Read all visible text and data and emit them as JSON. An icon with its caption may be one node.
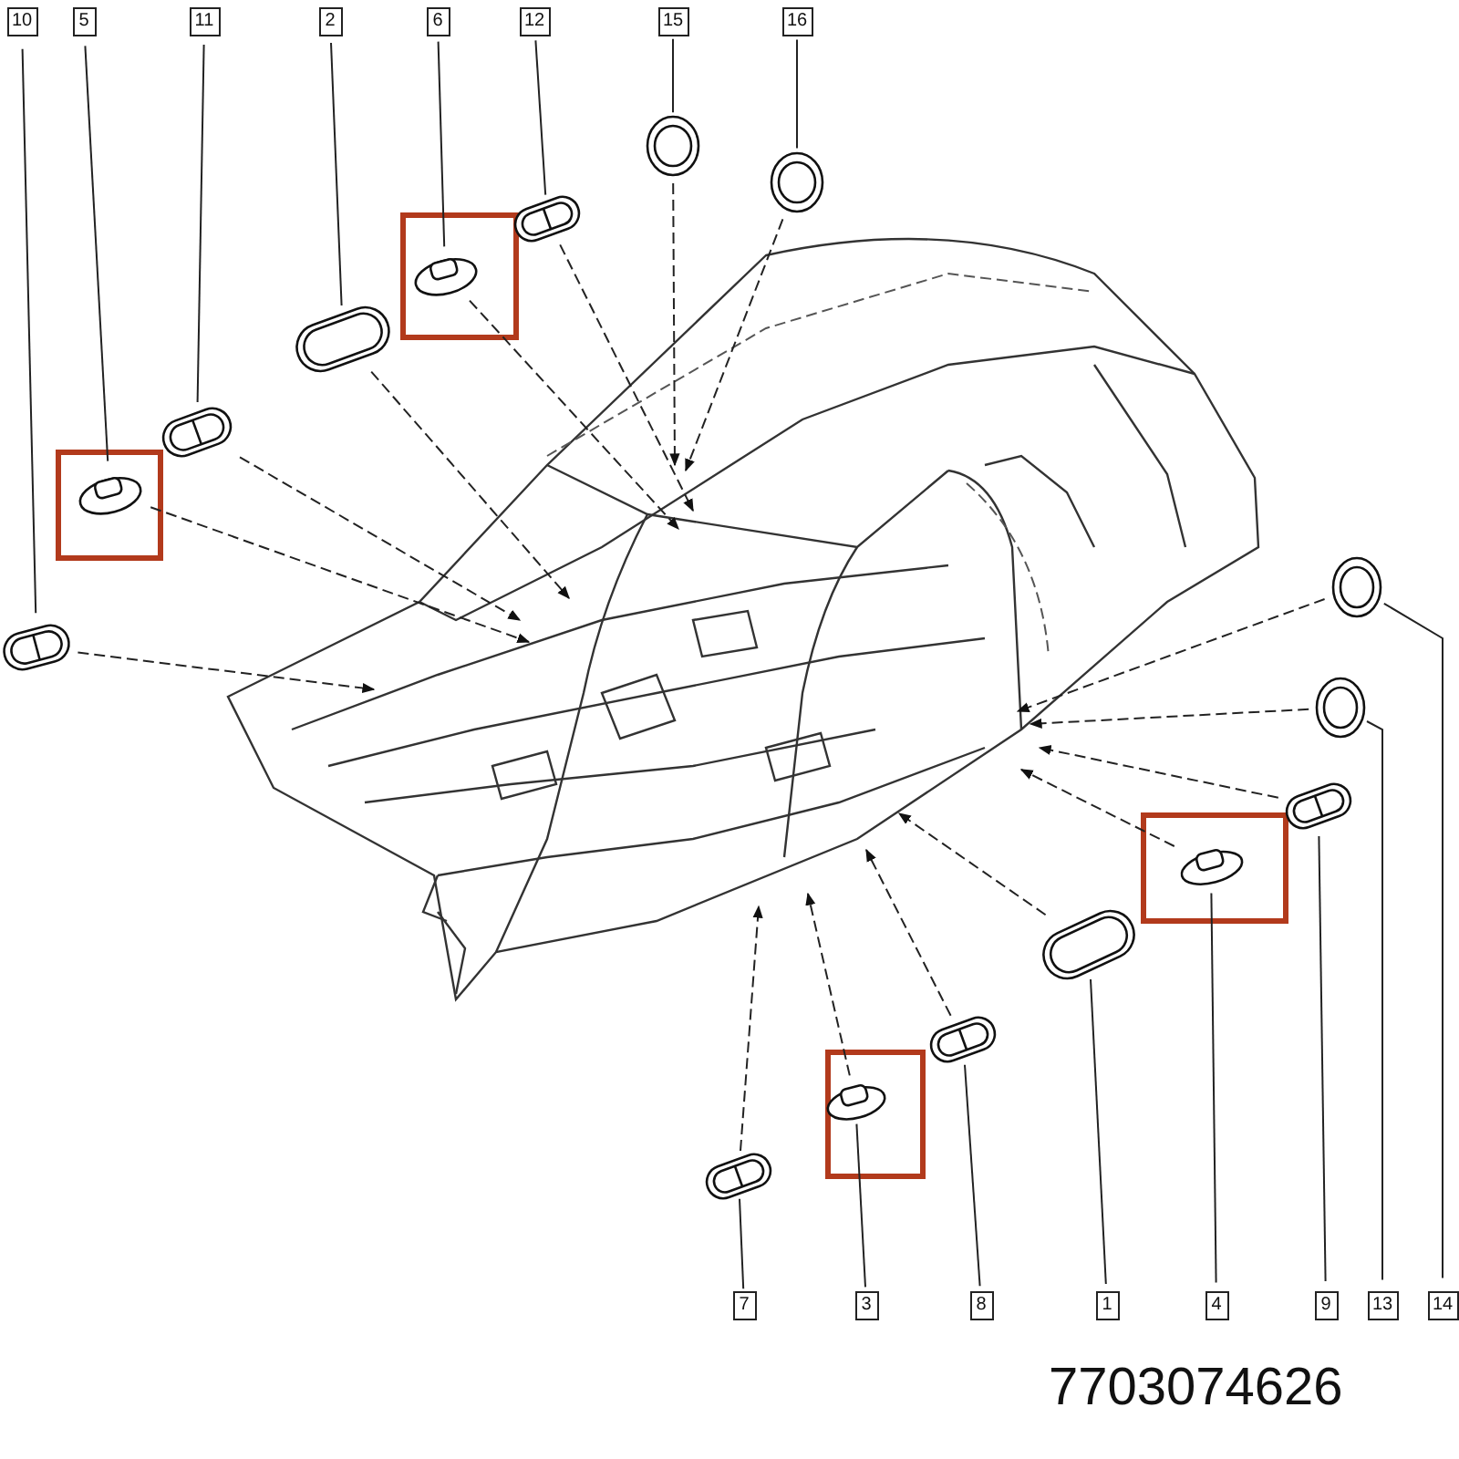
{
  "diagram": {
    "nodes": [
      {
        "text": [
          "10"
        ]
      },
      {
        "text": [
          "5"
        ]
      },
      {
        "text": [
          "11"
        ]
      },
      {
        "text": [
          "2"
        ]
      },
      {
        "text": [
          "6"
        ]
      },
      {
        "text": [
          "12"
        ]
      },
      {
        "text": [
          "15"
        ]
      },
      {
        "text": [
          "16"
        ]
      },
      {
        "text": [
          "7"
        ]
      },
      {
        "text": [
          "3"
        ]
      },
      {
        "text": [
          "8"
        ]
      },
      {
        "text": [
          "1"
        ]
      },
      {
        "text": [
          "4"
        ]
      },
      {
        "text": [
          "9"
        ]
      },
      {
        "text": [
          "13"
        ]
      },
      {
        "text": [
          "14"
        ]
      },
      {
        "text": [],
        "shape": "picture"
      },
      {
        "text": [],
        "shape": "picture"
      },
      {
        "text": [],
        "shape": "picture"
      },
      {
        "text": [],
        "shape": "picture"
      },
      {
        "text": [],
        "shape": "picture"
      },
      {
        "text": [],
        "shape": "picture"
      },
      {
        "text": [],
        "shape": "picture"
      },
      {
        "text": [],
        "shape": "picture"
      },
      {
        "text": [],
        "shape": "picture"
      },
      {
        "text": [],
        "shape": "picture"
      },
      {
        "text": [],
        "shape": "picture"
      },
      {
        "text": [],
        "shape": "picture"
      },
      {
        "text": [],
        "shape": "picture"
      },
      {
        "text": [],
        "shape": "picture"
      },
      {
        "text": [],
        "shape": "picture"
      },
      {
        "text": [],
        "shape": "picture"
      }
    ],
    "edges": [
      {
        "from": 0,
        "to": 16,
        "arrow": "none"
      },
      {
        "from": 1,
        "to": 17,
        "arrow": "none"
      },
      {
        "from": 2,
        "to": 18,
        "arrow": "none"
      },
      {
        "from": 3,
        "to": 19,
        "arrow": "none"
      },
      {
        "from": 4,
        "to": 20,
        "arrow": "none"
      },
      {
        "from": 5,
        "to": 21,
        "arrow": "none"
      },
      {
        "from": 6,
        "to": 22,
        "arrow": "none"
      },
      {
        "from": 7,
        "to": 23,
        "arrow": "none"
      },
      {
        "from": 8,
        "to": 24,
        "arrow": "none"
      },
      {
        "from": 9,
        "to": 25,
        "arrow": "none"
      },
      {
        "from": 10,
        "to": 26,
        "arrow": "none"
      },
      {
        "from": 11,
        "to": 27,
        "arrow": "none"
      },
      {
        "from": 12,
        "to": 28,
        "arrow": "none"
      },
      {
        "from": 13,
        "to": 29,
        "arrow": "none"
      },
      {
        "from": 14,
        "to": 30,
        "arrow": "none"
      },
      {
        "from": 15,
        "to": 31,
        "arrow": "none"
      },
      {
        "from": 16,
        "to": null,
        "arrow": "to",
        "style": "dashed"
      },
      {
        "from": 17,
        "to": null,
        "arrow": "to",
        "style": "dashed"
      },
      {
        "from": 18,
        "to": null,
        "arrow": "to",
        "style": "dashed"
      },
      {
        "from": 19,
        "to": null,
        "arrow": "to",
        "style": "dashed"
      },
      {
        "from": 20,
        "to": null,
        "arrow": "to",
        "style": "dashed"
      },
      {
        "from": 21,
        "to": null,
        "arrow": "to",
        "style": "dashed"
      },
      {
        "from": 22,
        "to": null,
        "arrow": "to",
        "style": "dashed"
      },
      {
        "from": 23,
        "to": null,
        "arrow": "to",
        "style": "dashed"
      },
      {
        "from": 24,
        "to": null,
        "arrow": "to",
        "style": "dashed"
      },
      {
        "from": 25,
        "to": null,
        "arrow": "to",
        "style": "dashed"
      },
      {
        "from": 26,
        "to": null,
        "arrow": "to",
        "style": "dashed"
      },
      {
        "from": 27,
        "to": null,
        "arrow": "to",
        "style": "dashed"
      },
      {
        "from": 28,
        "to": null,
        "arrow": "to",
        "style": "dashed"
      },
      {
        "from": 29,
        "to": null,
        "arrow": "to",
        "style": "dashed"
      },
      {
        "from": 30,
        "to": null,
        "arrow": "to",
        "style": "dashed"
      },
      {
        "from": 31,
        "to": null,
        "arrow": "to",
        "style": "dashed"
      }
    ],
    "labels": [
      "7703074626"
    ]
  }
}
